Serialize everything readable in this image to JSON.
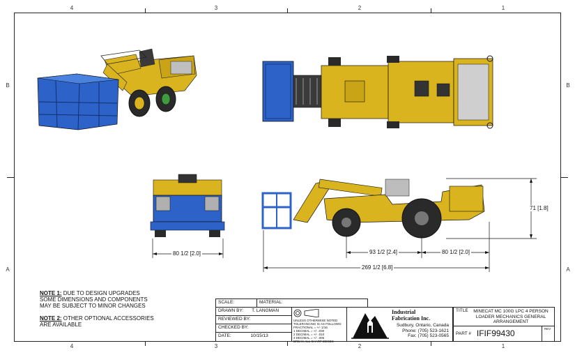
{
  "border": {
    "zones_top": [
      "4",
      "3",
      "2",
      "1"
    ],
    "zones_bottom": [
      "4",
      "3",
      "2",
      "1"
    ],
    "zones_left": [
      "B",
      "A"
    ],
    "zones_right": [
      "B",
      "A"
    ]
  },
  "dimensions": {
    "height": "71 [1.8]",
    "front_width": "80 1/2 [2.0]",
    "wheelbase": "93 1/2 [2.4]",
    "rear_overhang": "80 1/2 [2.0]",
    "overall_length": "269 1/2 [6.8]"
  },
  "notes": {
    "note1_label": "NOTE 1:",
    "note1_line1": "DUE TO DESIGN UPGRADES",
    "note1_line2": "SOME DIMENSIONS AND COMPONENTS",
    "note1_line3": "MAY BE SUBJECT TO MINOR CHANGES",
    "note2_label": "NOTE 2:",
    "note2_line1": "OTHER OPTIONAL ACCESSORIES",
    "note2_line2": "ARE AVAILABLE"
  },
  "title_block": {
    "scale_label": "SCALE:",
    "material_label": "MATERIAL:",
    "drawn_by_label": "DRAWN BY:",
    "drawn_by_value": "T. LANGMAN",
    "reviewed_by_label": "REVIEWED BY:",
    "checked_by_label": "CHECKED BY:",
    "date_label": "DATE:",
    "date_value": "10/15/13",
    "tolerance_lines": [
      "UNLESS OTHERWISE NOTED",
      "TOLERANCING IS AS FOLLOWS:",
      "FRACTIONAL = +/- 1/16",
      "1 DECIMAL = +/- .030",
      "2 DECIMAL = +/- .010",
      "3 DECIMAL = +/- .005",
      "BREAK ALL SHARP EDGES"
    ],
    "company_name_1": "Industrial",
    "company_name_2": "Fabrication Inc.",
    "company_city": "Sudbury, Ontario, Canada",
    "company_phone": "Phone: (705) 523-1621",
    "company_fax": "Fax: (705) 523-0565",
    "title_label": "TITLE",
    "title_line1": "MINECAT MC 100G LPC  4 PERSON",
    "title_line2": "LOADER MECHANICS GENERAL",
    "title_line3": "ARRANGEMENT",
    "part_label": "PART #",
    "part_value": "IFIF99430",
    "rev_label": "REV"
  },
  "colors": {
    "machine_yellow": "#d9b41f",
    "basket_blue": "#2d63c8",
    "tire_dark": "#2a2a2a",
    "line": "#222222"
  }
}
